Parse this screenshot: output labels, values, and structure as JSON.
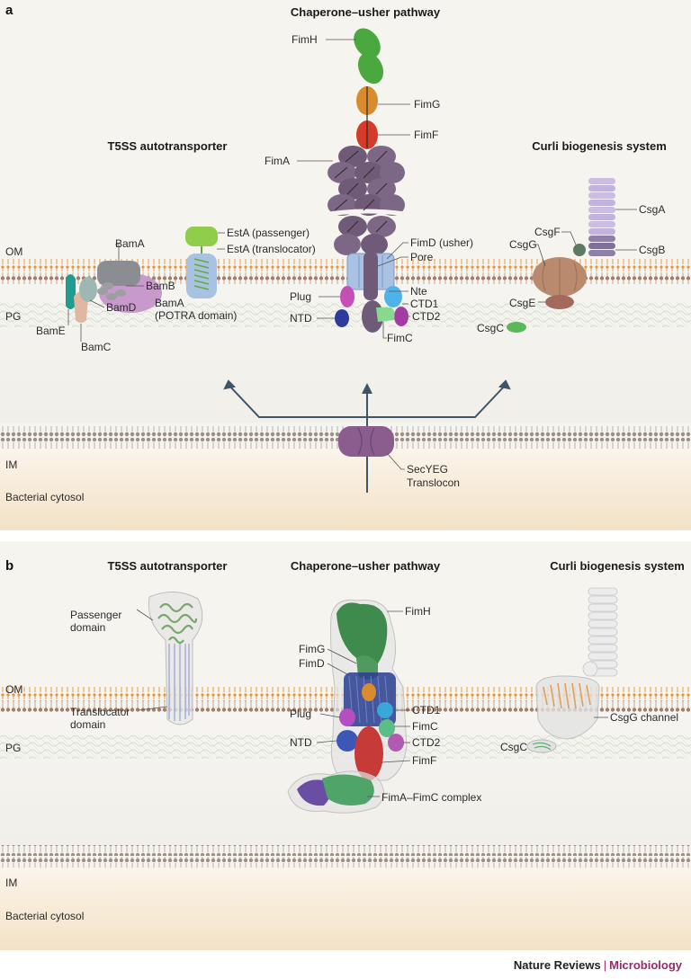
{
  "panel_a": {
    "letter": "a",
    "titles": {
      "t5ss": "T5SS autotransporter",
      "chaperone": "Chaperone–usher pathway",
      "curli": "Curli biogenesis system"
    },
    "layers": {
      "om": "OM",
      "pg": "PG",
      "im": "IM",
      "cytosol": "Bacterial cytosol"
    },
    "labels": {
      "bamA": "BamA",
      "bamB": "BamB",
      "bamA_potra": "BamA",
      "potra": "(POTRA domain)",
      "bamD": "BamD",
      "bamE": "BamE",
      "bamC": "BamC",
      "estA_passenger": "EstA (passenger)",
      "estA_translocator": "EstA (translocator)",
      "fimH": "FimH",
      "fimG": "FimG",
      "fimF": "FimF",
      "fimA": "FimA",
      "fimD_usher": "FimD (usher)",
      "pore": "Pore",
      "plug": "Plug",
      "ntd": "NTD",
      "nte": "Nte",
      "ctd1": "CTD1",
      "ctd2": "CTD2",
      "fimC": "FimC",
      "csgA": "CsgA",
      "csgB": "CsgB",
      "csgF": "CsgF",
      "csgG": "CsgG",
      "csgE": "CsgE",
      "csgC": "CsgC",
      "secYEG": "SecYEG",
      "translocon": "Translocon"
    }
  },
  "panel_b": {
    "letter": "b",
    "titles": {
      "t5ss": "T5SS autotransporter",
      "chaperone": "Chaperone–usher pathway",
      "curli": "Curli biogenesis system"
    },
    "layers": {
      "om": "OM",
      "pg": "PG",
      "im": "IM",
      "cytosol": "Bacterial cytosol"
    },
    "labels": {
      "passenger": "Passenger",
      "passenger_domain": "domain",
      "translocator": "Translocator",
      "translocator_domain": "domain",
      "fimH": "FimH",
      "fimG": "FimG",
      "fimD": "FimD",
      "plug": "Plug",
      "ntd": "NTD",
      "ctd1": "CTD1",
      "fimC": "FimC",
      "ctd2": "CTD2",
      "fimF": "FimF",
      "complex": "FimA–FimC complex",
      "csgG_channel": "CsgG channel",
      "csgC": "CsgC"
    }
  },
  "footer": {
    "journal": "Nature Reviews",
    "separator": "|",
    "subject": "Microbiology"
  },
  "colors": {
    "om_head": "#e8943a",
    "pg_mesh": "#c7d3c4",
    "fimA": "#6f5a78",
    "fimH": "#4aa83f",
    "fimG": "#d98c2e",
    "fimF": "#d63b2a",
    "usher": "#a9c1e4",
    "csg": "#b7a7d2",
    "accent": "#9a2a6a"
  }
}
